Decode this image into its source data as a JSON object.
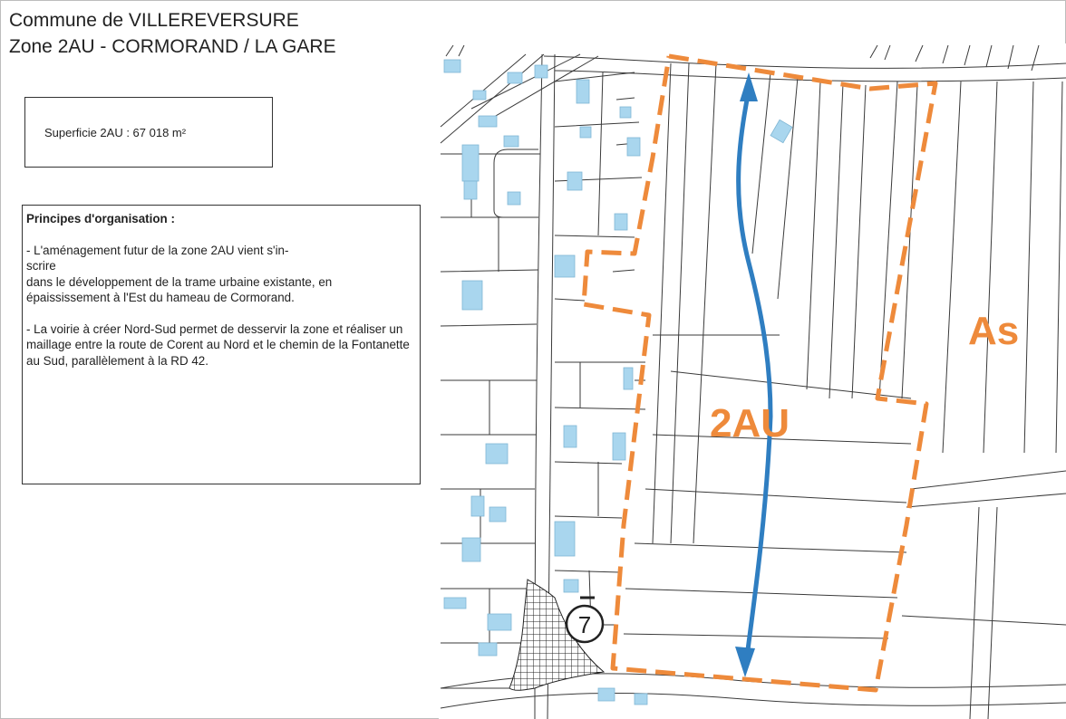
{
  "header": {
    "commune": "Commune de VILLEREVERSURE",
    "zone": "Zone 2AU - CORMORAND / LA GARE"
  },
  "surface": {
    "label": "Superficie 2AU : 67 018 m²"
  },
  "principles": {
    "heading": "Principes d'organisation :",
    "paragraphs": [
      " - L'aménagement futur de la zone 2AU vient s'in-\nscrire\ndans le développement de la trame urbaine existante, en épaississement à l'Est du hameau de Cormorand.",
      " - La voirie à créer Nord-Sud permet de desservir la zone et réaliser un maillage entre la route de Corent au Nord et le chemin de la Fontanette au Sud, parallèlement à la RD 42."
    ]
  },
  "map": {
    "zone_label": "2AU",
    "adjacent_zone_label": "As",
    "marker_number": "7",
    "colors": {
      "zone_boundary": "#ee8a3b",
      "road_arrow": "#2f7ec1",
      "buildings": "#a9d6ee",
      "parcel_lines": "#3a3a3a"
    },
    "icons": {
      "road": "double-headed-arrow-icon",
      "marker": "numbered-circle-icon",
      "hatched_area": "crosshatch-pattern"
    }
  }
}
